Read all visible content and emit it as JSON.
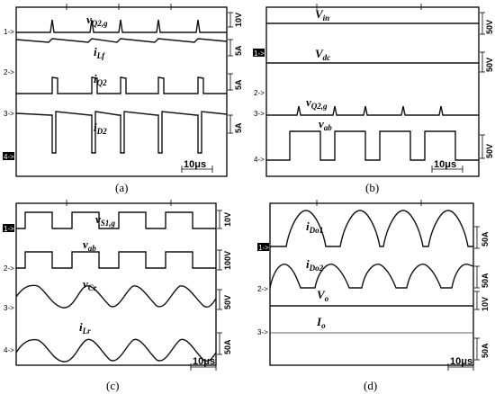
{
  "figure": {
    "panels": [
      {
        "id": "a",
        "caption": "(a)",
        "channels": [
          "1->",
          "2->",
          "3->",
          "4->"
        ],
        "signals": [
          {
            "label": "v",
            "sub": "Q2,g"
          },
          {
            "label": "i",
            "sub": "Lf"
          },
          {
            "label": "i",
            "sub": "Q2"
          },
          {
            "label": "i",
            "sub": "D2"
          }
        ],
        "scales": [
          "10V",
          "5A",
          "5A",
          "5A"
        ],
        "timebase": "10μs"
      },
      {
        "id": "b",
        "caption": "(b)",
        "channels": [
          "1->",
          "2->",
          "3->",
          "4->"
        ],
        "signals": [
          {
            "label": "V",
            "sub": "in"
          },
          {
            "label": "V",
            "sub": "dc"
          },
          {
            "label": "v",
            "sub": "Q2,g"
          },
          {
            "label": "v",
            "sub": "ab"
          }
        ],
        "scales": [
          "50V",
          "50V",
          "50V"
        ],
        "timebase": "10μs"
      },
      {
        "id": "c",
        "caption": "(c)",
        "channels": [
          "1->",
          "2->",
          "3->",
          "4->"
        ],
        "signals": [
          {
            "label": "v",
            "sub": "S1,g"
          },
          {
            "label": "v",
            "sub": "ab"
          },
          {
            "label": "v",
            "sub": "Cr"
          },
          {
            "label": "i",
            "sub": "Lr"
          }
        ],
        "scales": [
          "10V",
          "100V",
          "50V",
          "50A"
        ],
        "timebase": "10μs"
      },
      {
        "id": "d",
        "caption": "(d)",
        "channels": [
          "1->",
          "2->",
          "3->"
        ],
        "signals": [
          {
            "label": "i",
            "sub": "Do1"
          },
          {
            "label": "i",
            "sub": "Do2"
          },
          {
            "label": "V",
            "sub": "o"
          },
          {
            "label": "I",
            "sub": "o"
          }
        ],
        "scales": [
          "50A",
          "50A",
          "10V",
          "50A"
        ],
        "timebase": "10μs"
      }
    ]
  }
}
